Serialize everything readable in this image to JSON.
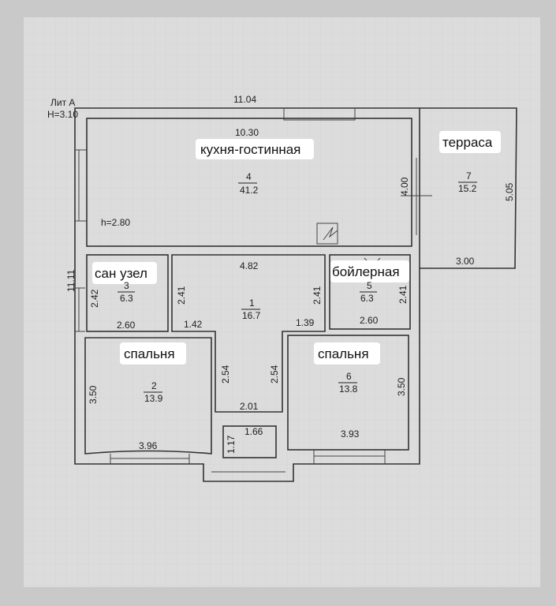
{
  "header": {
    "lit": "Лит А",
    "height": "H=3.10"
  },
  "overall": {
    "width_outer": "11.04",
    "height_outer": "11.11"
  },
  "rooms": [
    {
      "id": "4",
      "name": "кухня-гостинная",
      "area": "41.2",
      "width": "10.30",
      "depth": "4.00",
      "ceiling": "h=2.80"
    },
    {
      "id": "7",
      "name": "терраса",
      "area": "15.2",
      "width": "3.00",
      "depth": "5.05"
    },
    {
      "id": "3",
      "name": "сан узел",
      "area": "6.3",
      "width": "2.60",
      "depth": "2.42"
    },
    {
      "id": "1",
      "area": "16.7",
      "width": "4.82",
      "depth_left": "2.41",
      "depth_right": "2.41",
      "seg_left": "1.42",
      "seg_right": "1.39",
      "corr_left": "2.54",
      "corr_right": "2.54",
      "corr_width": "2.01"
    },
    {
      "id": "5",
      "name": "бойлерная",
      "area": "6.3",
      "width": "2.60",
      "depth": "2.41"
    },
    {
      "id": "2",
      "name": "спальня",
      "area": "13.9",
      "width": "3.96",
      "depth": "3.50"
    },
    {
      "id": "6",
      "name": "спальня",
      "area": "13.8",
      "width": "3.93",
      "depth": "3.50"
    }
  ],
  "vestibule": {
    "width": "1.66",
    "depth": "1.17"
  }
}
